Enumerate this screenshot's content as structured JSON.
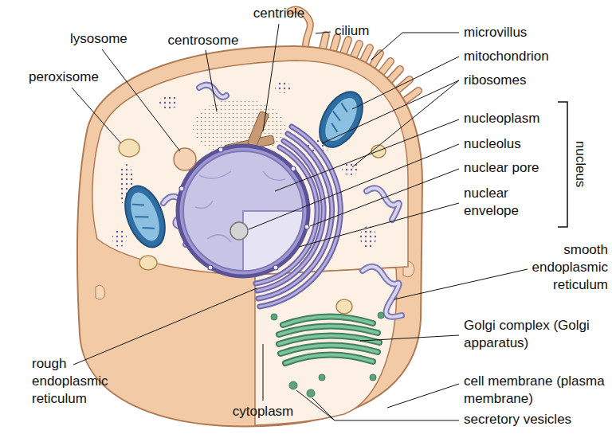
{
  "diagram": {
    "labels": [
      "centriole",
      "lysosome",
      "centrosome",
      "cilium",
      "microvillus",
      "peroxisome",
      "mitochondrion",
      "ribosomes",
      "nucleoplasm",
      "nucleolus",
      "nuclear pore",
      "nuclear envelope",
      "nucleus",
      "smooth endoplasmic reticulum",
      "Golgi complex (Golgi apparatus)",
      "rough endoplasmic reticulum",
      "cell membrane (plasma membrane)",
      "cytoplasm",
      "secretory vesicles"
    ]
  }
}
